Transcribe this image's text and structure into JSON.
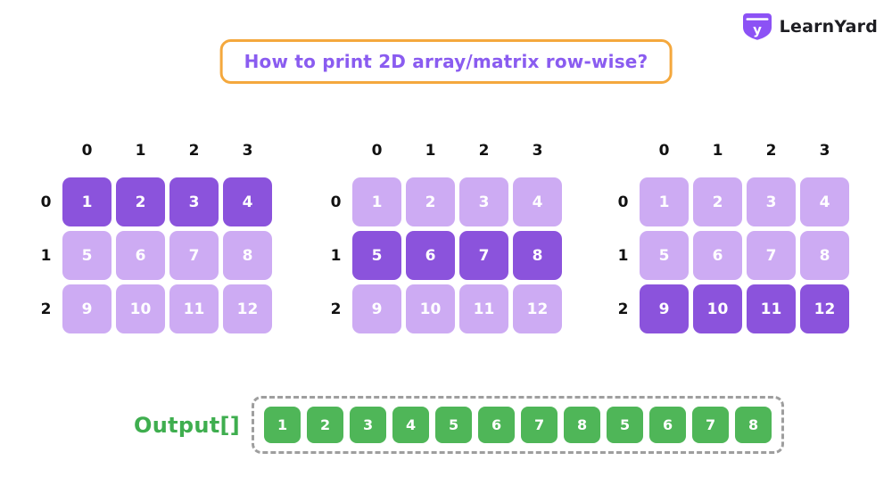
{
  "title": {
    "text": "How to print 2D array/matrix row-wise?"
  },
  "logo": {
    "brand": "LearnYard",
    "icon": "learnyard-shield-icon"
  },
  "matrices": [
    {
      "label": "matrix-step-1-row0-highlighted",
      "col_headers": [
        "0",
        "1",
        "2",
        "3"
      ],
      "row_headers": [
        "0",
        "1",
        "2"
      ],
      "rows": [
        [
          "1",
          "2",
          "3",
          "4"
        ],
        [
          "5",
          "6",
          "7",
          "8"
        ],
        [
          "9",
          "10",
          "11",
          "12"
        ]
      ],
      "highlighted_row": 0
    },
    {
      "label": "matrix-step-2-row1-highlighted",
      "col_headers": [
        "0",
        "1",
        "2",
        "3"
      ],
      "row_headers": [
        "0",
        "1",
        "2"
      ],
      "rows": [
        [
          "1",
          "2",
          "3",
          "4"
        ],
        [
          "5",
          "6",
          "7",
          "8"
        ],
        [
          "9",
          "10",
          "11",
          "12"
        ]
      ],
      "highlighted_row": 1
    },
    {
      "label": "matrix-step-3-row2-highlighted",
      "col_headers": [
        "0",
        "1",
        "2",
        "3"
      ],
      "row_headers": [
        "0",
        "1",
        "2"
      ],
      "rows": [
        [
          "1",
          "2",
          "3",
          "4"
        ],
        [
          "5",
          "6",
          "7",
          "8"
        ],
        [
          "9",
          "10",
          "11",
          "12"
        ]
      ],
      "highlighted_row": 2
    }
  ],
  "output": {
    "label": "Output[]",
    "values": [
      "1",
      "2",
      "3",
      "4",
      "5",
      "6",
      "7",
      "8",
      "5",
      "6",
      "7",
      "8"
    ]
  },
  "colors": {
    "highlight_purple": "#8b53dc",
    "light_purple": "#cdabf3",
    "green_cell": "#4fb658",
    "green_label": "#3fae4f",
    "orange_border": "#f4a83d",
    "title_purple": "#8a5cf0",
    "dash_border": "#9e9e9e",
    "index_text": "#111111"
  }
}
